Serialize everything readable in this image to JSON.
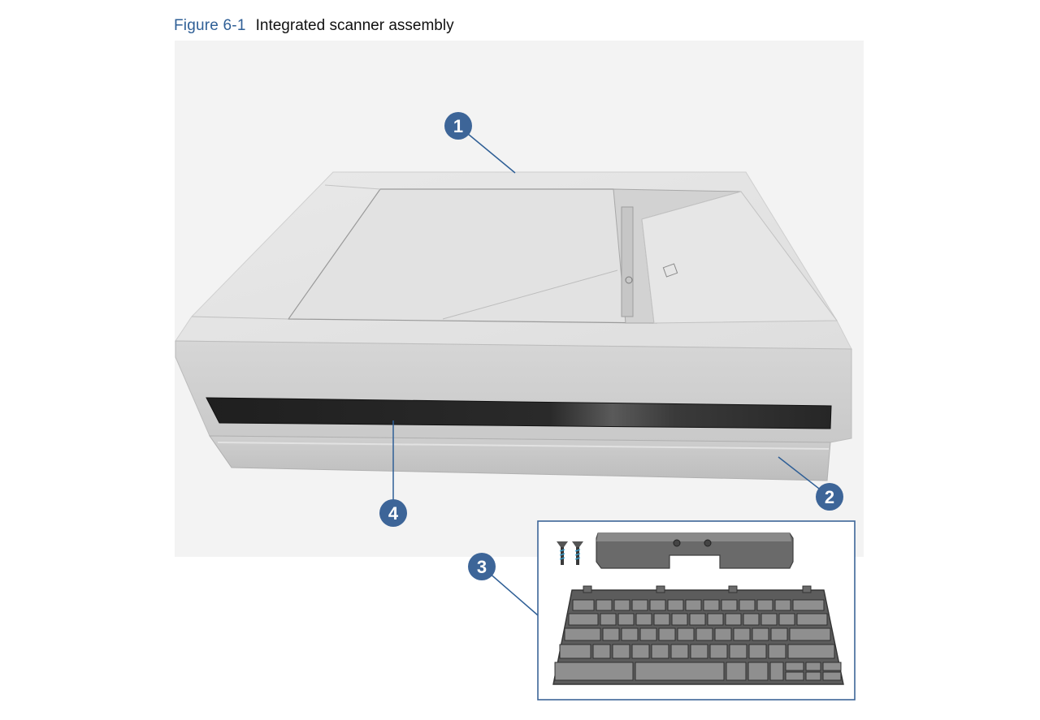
{
  "figure": {
    "number": "Figure 6-1",
    "title": "Integrated scanner assembly"
  },
  "callouts": [
    {
      "id": "1",
      "label": "1"
    },
    {
      "id": "2",
      "label": "2"
    },
    {
      "id": "3",
      "label": "3"
    },
    {
      "id": "4",
      "label": "4"
    }
  ],
  "colors": {
    "caption_number": "#2f5f96",
    "callout_fill": "#3d6598",
    "callout_line": "#2f5f96",
    "inset_border": "#3d6598"
  }
}
